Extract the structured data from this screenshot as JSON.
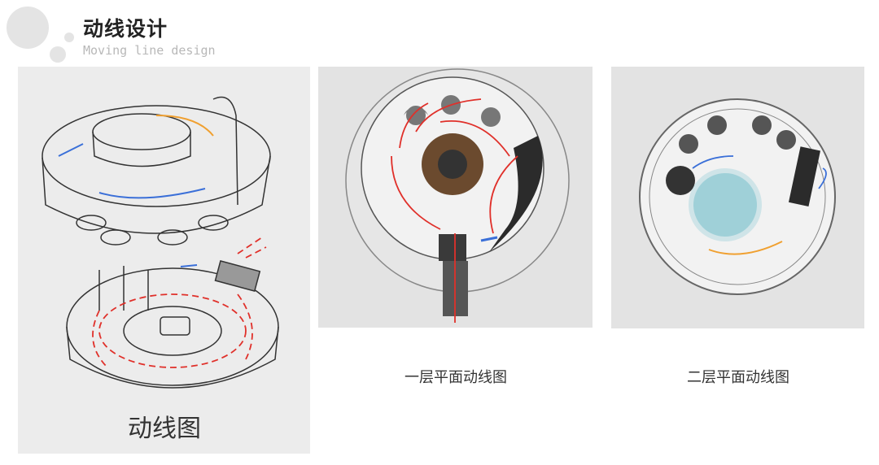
{
  "header": {
    "title": "动线设计",
    "subtitle": "Moving line design"
  },
  "sketch": {
    "label": "动线图"
  },
  "plans": [
    {
      "caption": "一层平面动线图"
    },
    {
      "caption": "二层平面动线图"
    }
  ],
  "colors": {
    "flow_red": "#e0302a",
    "flow_blue": "#3a6fd8",
    "flow_orange": "#f0a030",
    "brown": "#6b4a2e",
    "pool": "#9fd0d8"
  }
}
